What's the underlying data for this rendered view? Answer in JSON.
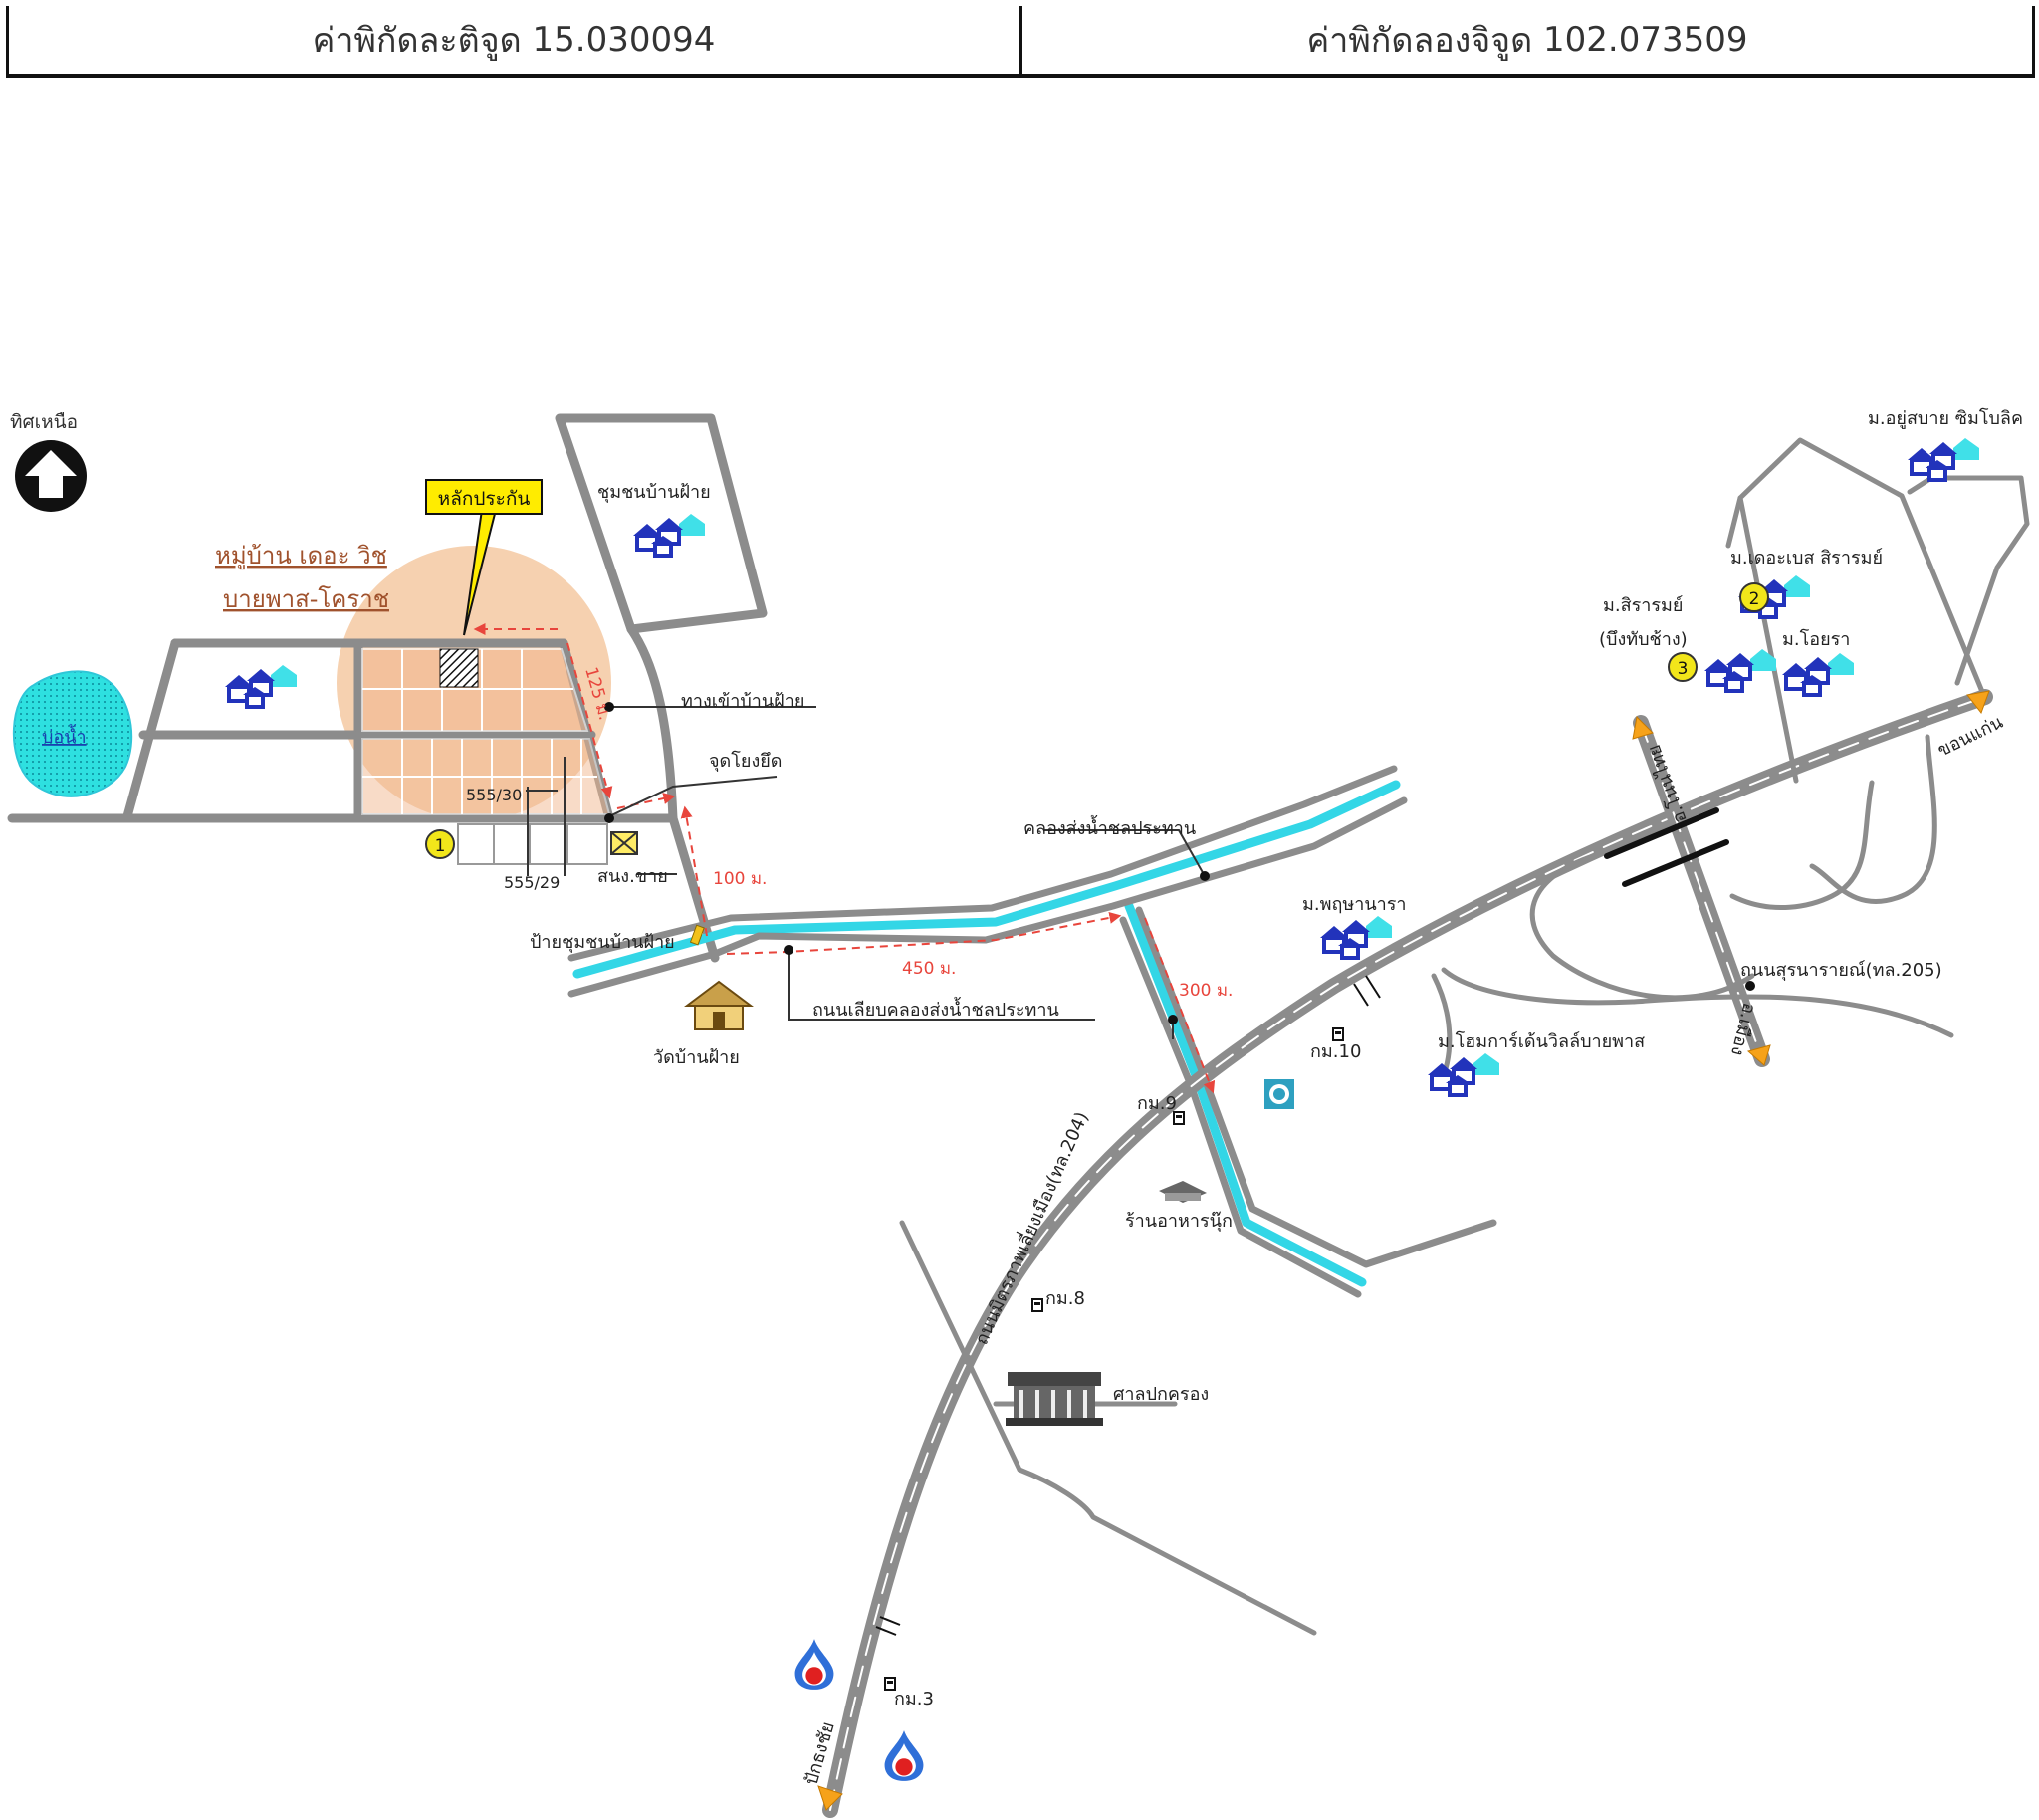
{
  "coords": {
    "lat_label": "ค่าพิกัดละติจูด",
    "lat_value": "15.030094",
    "lon_label": "ค่าพิกัดลองจิจูด",
    "lon_value": "102.073509"
  },
  "north": {
    "label": "ทิศเหนือ"
  },
  "project": {
    "pin_label": "หลักประกัน",
    "name_line1": "หมู่บ้าน เดอะ วิช",
    "name_line2": "บายพาส-โคราช",
    "plot_a": "555/30",
    "plot_b": "555/29",
    "marker": "1"
  },
  "labels": {
    "pond": "บ่อน้ำ",
    "community": "ชุมชนบ้านฝ้าย",
    "entrance_road": "ทางเข้าบ้านฝ้าย",
    "landmark": "จุดโยงยึด",
    "power_office": "สนง.ขาย",
    "community_sign": "ป้ายชุมชนบ้านฝ้าย",
    "temple": "วัดบ้านฝ้าย",
    "canal": "คลองส่งน้ำชลประทาน",
    "canal_road": "ถนนเลียบคลองส่งน้ำชลประทาน",
    "restaurant": "ร้านอาหารนุ๊ก",
    "highway_204": "ถนนมิตรภาพเลี่ยงเมือง(ทล.204)",
    "km10": "กม.10",
    "km9": "กม.9",
    "km8": "กม.8",
    "km3": "กม.3",
    "district_office": "ศาลปกครอง",
    "to_pak_thong_chai": "ปักธงชัย",
    "to_khon_kaen": "ขอนแก่น",
    "to_non_thai": "อ.โนนไทย",
    "to_mueang": "อ.เมือง",
    "road_205": "ถนนสุรนารายณ์(ทล.205)",
    "v_prueksa": "ม.พฤษานารา",
    "v_home_place": "ม.โฮมการ์เด้นวิลล์บายพาส",
    "v_sirarom": "ม.สิรารมย์",
    "v_sirarom_sub": "(บึงทับช้าง)",
    "v_the_base": "ม.เดอะเบส สิรารมย์",
    "v_oyara": "ม.โอยรา",
    "v_yusabai": "ม.อยู่สบาย ซิมโบลิค",
    "marker2": "2",
    "marker3": "3"
  },
  "distances": {
    "d125": "125 ม.",
    "d100": "100 ม.",
    "d450": "450 ม.",
    "d300": "300 ม."
  },
  "colors": {
    "road": "#8c8c8c",
    "canal": "#33d6e6",
    "project_zone": "#f5c9a2",
    "label_brown": "#a0522d",
    "distance_red": "#e8453c",
    "house_blue": "#2233bb",
    "marker_yellow": "#f2e61a"
  }
}
